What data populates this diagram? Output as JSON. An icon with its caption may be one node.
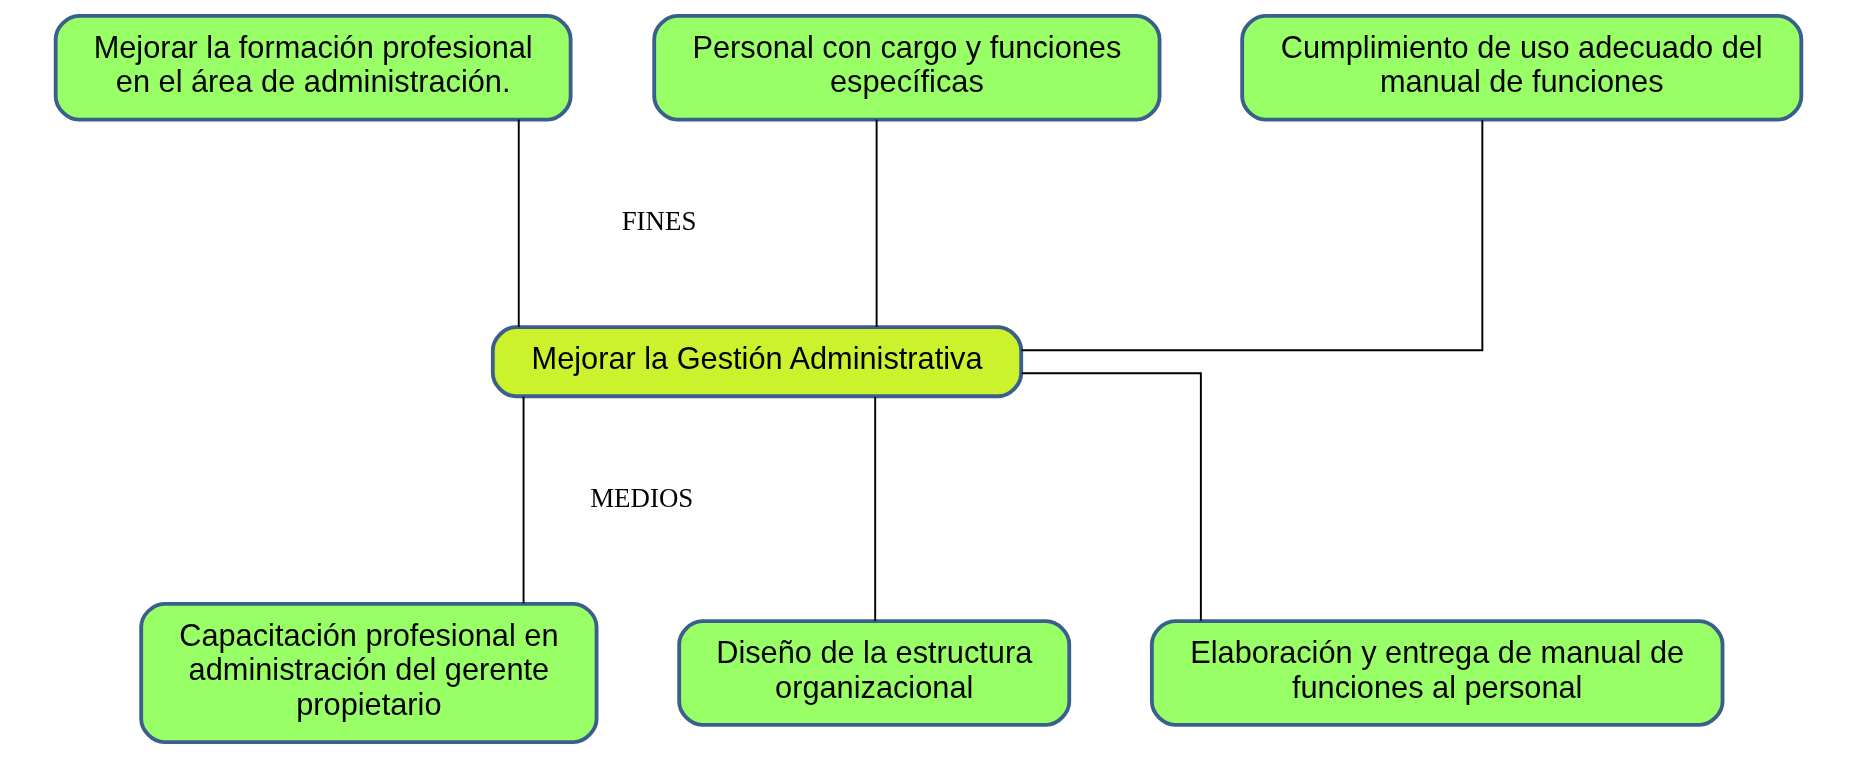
{
  "diagram": {
    "nodes": [
      {
        "text": [
          "Mejorar la formación profesional en el área de administración."
        ]
      },
      {
        "text": [
          "Personal con cargo y funciones específicas"
        ]
      },
      {
        "text": [
          "Cumplimiento de uso adecuado del manual de funciones"
        ]
      },
      {
        "text": [
          "Mejorar la Gestión Administrativa"
        ]
      },
      {
        "text": [
          "Capacitación profesional en administración del gerente propietario"
        ]
      },
      {
        "text": [
          "Diseño de la estructura organizacional"
        ]
      },
      {
        "text": [
          "Elaboración y entrega de manual de funciones al personal"
        ]
      }
    ],
    "edges": [
      {
        "from": 0,
        "to": 3,
        "arrow": "none"
      },
      {
        "from": 1,
        "to": 3,
        "arrow": "none"
      },
      {
        "from": 2,
        "to": 3,
        "arrow": "none"
      },
      {
        "from": 3,
        "to": 4,
        "arrow": "none"
      },
      {
        "from": 3,
        "to": 5,
        "arrow": "none"
      },
      {
        "from": 3,
        "to": 6,
        "arrow": "none"
      }
    ],
    "labels": [
      "FINES",
      "MEDIOS"
    ]
  }
}
